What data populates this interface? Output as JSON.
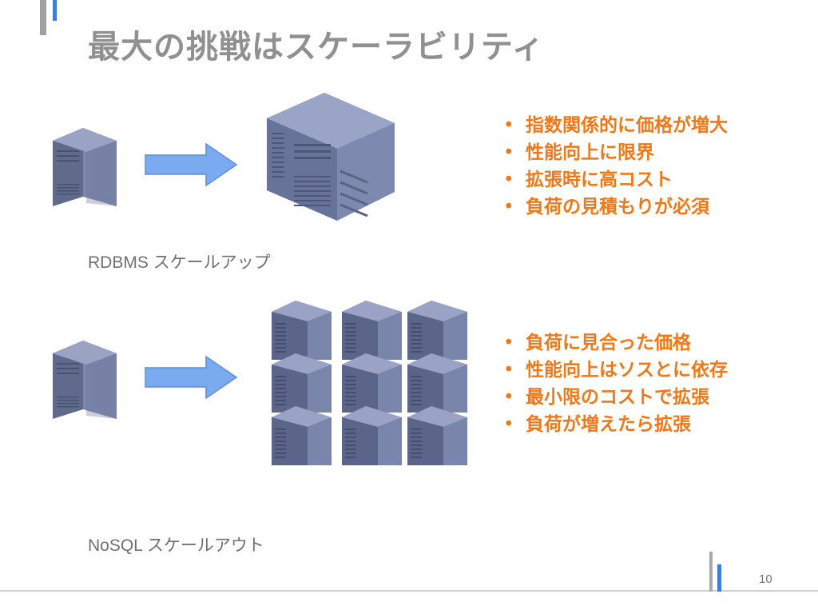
{
  "title": "最大の挑戦はスケーラビリティ",
  "scale_up": {
    "caption": "RDBMS スケールアップ",
    "bullets": [
      "指数関係的に価格が増大",
      "性能向上に限界",
      "拡張時に高コスト",
      "負荷の見積もりが必須"
    ]
  },
  "scale_out": {
    "caption": "NoSQL スケールアウト",
    "bullets": [
      "負荷に見合った価格",
      "性能向上はソスとに依存",
      "最小限のコストで拡張",
      "負荷が増えたら拡張"
    ]
  },
  "page_number": "10",
  "colors": {
    "title": "#909090",
    "bullet_text": "#f07818",
    "arrow": "#7aaaf0",
    "server": "#7a84a8",
    "accent_blue": "#3a80d8"
  }
}
